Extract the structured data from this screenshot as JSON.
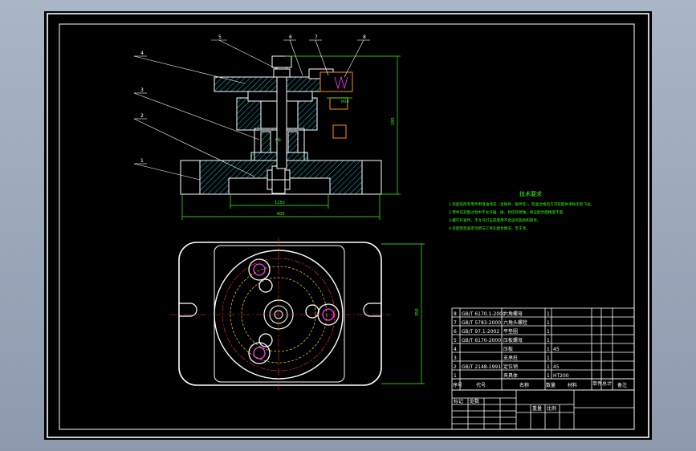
{
  "colors": {
    "background": "#000000",
    "line": "#ffffff",
    "hatch": "#00e5ff",
    "dimension": "#39ff14",
    "centerline": "#ff2a2a",
    "hidden": "#ffd21f",
    "bolt": "#ff3cff"
  },
  "part_labels": [
    "1",
    "2",
    "3",
    "4",
    "5",
    "6",
    "7",
    "8"
  ],
  "dimensions": {
    "bottom_width": "600",
    "base_inner": "1250",
    "height": "180",
    "plan_height": "350",
    "small_a": "M8",
    "small_b": "M10"
  },
  "tech_req": {
    "title": "技术要求",
    "lines": [
      "1.装配前所有零件用煤油清洗（含铸件、锻件等），检查合格后方可装配并清除毛刺飞边。",
      "2.零件在装配过程中不允许磕、碰、划伤和锈蚀，保证配合面精度不变。",
      "3.螺钉拧紧时，不允许打击或使用不合适的旋具和扳手。",
      "4.装配后检查定位销与工件孔配合情况，无干涉。"
    ]
  },
  "bom_rows": [
    {
      "no": "8",
      "code": "GB/T 6170.1-2000",
      "name": "六角螺母",
      "qty": "1",
      "mat": ""
    },
    {
      "no": "7",
      "code": "GB/T 5783-2000",
      "name": "六角头螺栓",
      "qty": "1",
      "mat": ""
    },
    {
      "no": "6",
      "code": "GB/T 97.1-2002",
      "name": "平垫圈",
      "qty": "1",
      "mat": ""
    },
    {
      "no": "5",
      "code": "GB/T 6170-2000",
      "name": "压板螺母",
      "qty": "1",
      "mat": ""
    },
    {
      "no": "4",
      "code": "",
      "name": "压板",
      "qty": "1",
      "mat": "45"
    },
    {
      "no": "3",
      "code": "",
      "name": "支承柱",
      "qty": "1",
      "mat": ""
    },
    {
      "no": "2",
      "code": "GB/T 2148-1991",
      "name": "定位销",
      "qty": "1",
      "mat": "45"
    },
    {
      "no": "1",
      "code": "",
      "name": "夹具体",
      "qty": "1",
      "mat": "HT200"
    }
  ],
  "bom_header": {
    "no": "序号",
    "code": "代号",
    "name": "名称",
    "qty": "数量",
    "mat": "材料",
    "unit": "单件",
    "total": "总计",
    "note": "备注"
  },
  "title_block": {
    "mark": "标记",
    "count": "处数",
    "scale": "比例",
    "weight": "重量"
  }
}
